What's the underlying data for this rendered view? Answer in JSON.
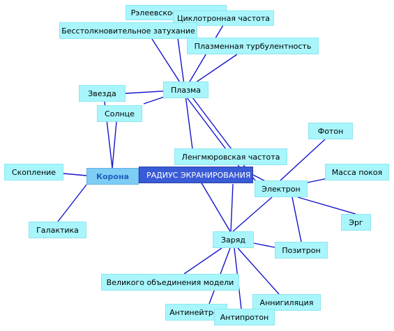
{
  "colors": {
    "edge": "#1414cc",
    "node_fill": "#a8f6fc",
    "root_fill": "#7ecdf5",
    "center_fill": "#3a5bd6"
  },
  "nodes": {
    "center": "РАДИУС ЭКРАНИРОВАНИЯ",
    "corona": "Корона",
    "plasma": "Плазма",
    "electron": "Электрон",
    "charge": "Заряд",
    "rayleigh": "Рэлеевское рассеяние",
    "cyclotron": "Циклотронная частота",
    "collisionless": "Бесстолкновительное затухание",
    "turbulence": "Плазменная турбулентность",
    "star": "Звезда",
    "sun": "Солнце",
    "langmuir": "Ленгмюровская частота",
    "cluster": "Скопление",
    "galaxy": "Галактика",
    "photon": "Фотон",
    "rest_mass": "Масса покоя",
    "erg": "Эрг",
    "positron": "Позитрон",
    "gut": "Великого объединения модели",
    "annihilation": "Аннигиляция",
    "antineutron": "Антинейтрон",
    "antiproton": "Антипротон"
  }
}
